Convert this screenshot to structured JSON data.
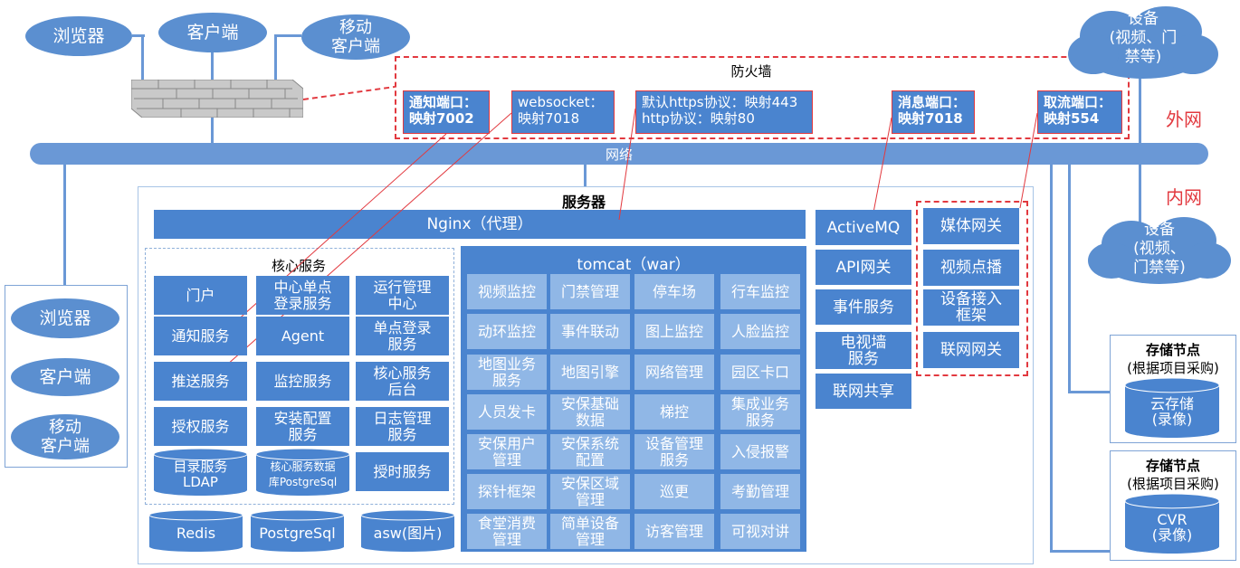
{
  "top_clients": {
    "browser": "浏览器",
    "client": "客户端",
    "mobile": "移动\n客户端"
  },
  "clouds": {
    "ext_device": "设备\n(视频、门\n禁等)",
    "int_device": "设备\n(视频、\n门禁等)"
  },
  "firewall": {
    "label": "防火墙"
  },
  "ports": [
    "通知端口：\n映射7002",
    "websocket：\n映射7018",
    "默认https协议：映射443\nhttp协议：映射80",
    "消息端口：\n映射7018",
    "取流端口：\n映射554"
  ],
  "zones": {
    "external": "外网",
    "internal": "内网"
  },
  "network": {
    "label": "网络"
  },
  "server": {
    "title": "服务器",
    "nginx": "Nginx（代理）"
  },
  "left_clients": {
    "browser": "浏览器",
    "client": "客户端",
    "mobile": "移动\n客户端"
  },
  "core": {
    "title": "核心服务",
    "items": [
      "门户",
      "中心单点\n登录服务",
      "运行管理\n中心",
      "通知服务",
      "Agent",
      "单点登录\n服务",
      "推送服务",
      "监控服务",
      "核心服务\n后台",
      "授权服务",
      "安装配置\n服务",
      "日志管理\n服务",
      "目录服务\nLDAP",
      "核心服务数据\n库PostgreSql",
      "授时服务"
    ]
  },
  "databases": [
    "Redis",
    "PostgreSql",
    "asw(图片)"
  ],
  "tomcat": {
    "title": "tomcat（war）",
    "items": [
      "视频监控",
      "门禁管理",
      "停车场",
      "行车监控",
      "动环监控",
      "事件联动",
      "图上监控",
      "人脸监控",
      "地图业务\n服务",
      "地图引擎",
      "网络管理",
      "园区卡口",
      "人员发卡",
      "安保基础\n数据",
      "梯控",
      "集成业务\n服务",
      "安保用户\n管理",
      "安保系统\n配置",
      "设备管理\n服务",
      "入侵报警",
      "探针框架",
      "安保区域\n管理",
      "巡更",
      "考勤管理",
      "食堂消费\n管理",
      "简单设备\n管理",
      "访客管理",
      "可视对讲"
    ]
  },
  "middle_services": [
    "ActiveMQ",
    "API网关",
    "事件服务",
    "电视墙\n服务",
    "联网共享"
  ],
  "gateways": [
    "媒体网关",
    "视频点播",
    "设备接入\n框架",
    "联网网关"
  ],
  "storage": [
    {
      "title": "存储节点",
      "note": "(根据项目采购)",
      "device": "云存储\n(录像)"
    },
    {
      "title": "存储节点",
      "note": "(根据项目采购)",
      "device": "CVR\n(录像)"
    }
  ]
}
